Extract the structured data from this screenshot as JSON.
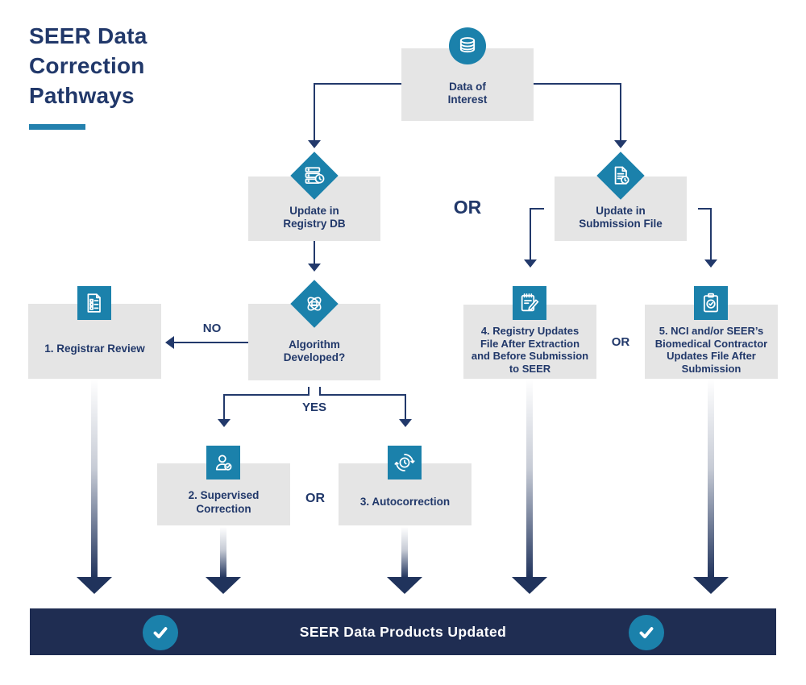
{
  "title": {
    "line1": "SEER Data",
    "line2": "Correction",
    "line3": "Pathways"
  },
  "nodes": {
    "data_of_interest": {
      "line1": "Data of",
      "line2": "Interest",
      "icon": "database-icon"
    },
    "update_registry_db": {
      "line1": "Update in",
      "line2": "Registry DB",
      "icon": "server-clock-icon"
    },
    "update_submission_file": {
      "line1": "Update in",
      "line2": "Submission File",
      "icon": "document-clock-icon"
    },
    "algorithm_developed": {
      "line1": "Algorithm",
      "line2": "Developed?",
      "icon": "algorithm-atom-icon"
    },
    "registrar_review": {
      "line1": "1. Registrar Review",
      "icon": "checklist-document-icon"
    },
    "supervised_correction": {
      "line1": "2. Supervised",
      "line2": "Correction",
      "icon": "person-check-icon"
    },
    "autocorrection": {
      "line1": "3. Autocorrection",
      "icon": "clock-refresh-icon"
    },
    "registry_updates": {
      "line1": "4. Registry Updates",
      "line2": "File After Extraction",
      "line3": "and Before Submission",
      "line4": "to SEER",
      "icon": "notepad-pencil-icon"
    },
    "nci_contractor": {
      "line1": "5. NCI and/or SEER’s",
      "line2": "Biomedical Contractor",
      "line3": "Updates File After",
      "line4": "Submission",
      "icon": "clipboard-check-icon"
    }
  },
  "labels": {
    "or_top": "OR",
    "no": "NO",
    "yes": "YES",
    "or_supervised_auto": "OR",
    "or_registry_nci": "OR"
  },
  "banner": {
    "label": "SEER Data Products Updated",
    "icon": "check-icon"
  },
  "colors": {
    "teal": "#1b81ab",
    "navy_text": "#21386a",
    "line_navy": "#22396b",
    "banner_navy": "#1f2d52",
    "box_gray": "#e5e5e5",
    "underline_teal": "#2481ae",
    "arrow_dark": "#20335c"
  }
}
